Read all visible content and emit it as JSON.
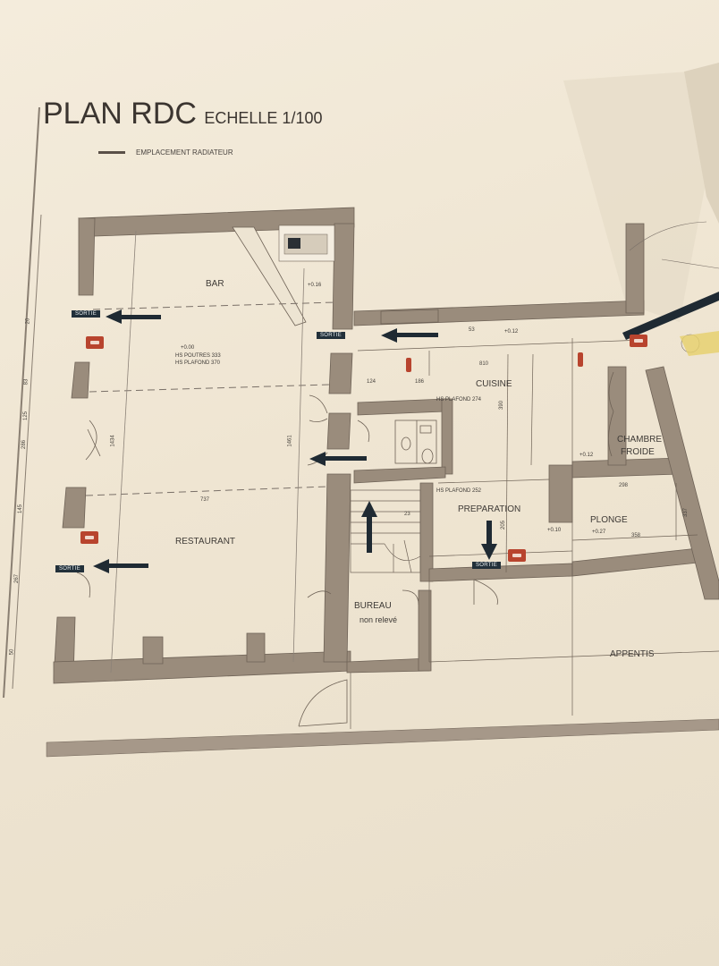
{
  "title": {
    "main": "PLAN RDC",
    "scale": "ECHELLE 1/100"
  },
  "legend": {
    "label": "EMPLACEMENT RADIATEUR"
  },
  "rooms": {
    "bar": "BAR",
    "restaurant": "RESTAURANT",
    "cuisine": "CUISINE",
    "preparation": "PREPARATION",
    "chambre_froide_1": "CHAMBRE",
    "chambre_froide_2": "FROIDE",
    "plonge": "PLONGE",
    "bureau": "BUREAU",
    "bureau_note": "non relevé",
    "appentis": "APPENTIS"
  },
  "annotations": {
    "bar_level": "+0.00",
    "bar_hs_poutres": "HS POUTRES 333",
    "bar_hs_plafond": "HS PLAFOND 370",
    "bar_step": "+0.16",
    "cuisine_hs_plafond": "HS PLAFOND 274",
    "preparation_hs_plafond": "HS PLAFOND 252",
    "corridor_level": "+0.12",
    "chambre_level": "+0.12",
    "prep_level": "+0.10",
    "plonge_level": "+0.27"
  },
  "dimensions": {
    "d810": "810",
    "d124": "124",
    "d186": "186",
    "d1434": "1434",
    "d1461": "1461",
    "d737": "737",
    "d23": "23",
    "d298": "298",
    "d358": "358",
    "d337": "337",
    "d390": "390",
    "d205": "205",
    "d53": "53"
  },
  "exits": {
    "sortie_bar": "SORTIE",
    "sortie_corridor": "SORTIE",
    "sortie_restaurant": "SORTIE",
    "sortie_preparation": "SORTIE"
  },
  "left_dimensions": [
    "20",
    "83",
    "125",
    "286",
    "145",
    "267",
    "50"
  ],
  "colors": {
    "wall": "#9a8c7c",
    "wall_edge": "#6e6256",
    "paper": "#f1e8d6",
    "line": "#6a625a",
    "arrow": "#1f2a33",
    "extinguisher": "#b8442e"
  }
}
